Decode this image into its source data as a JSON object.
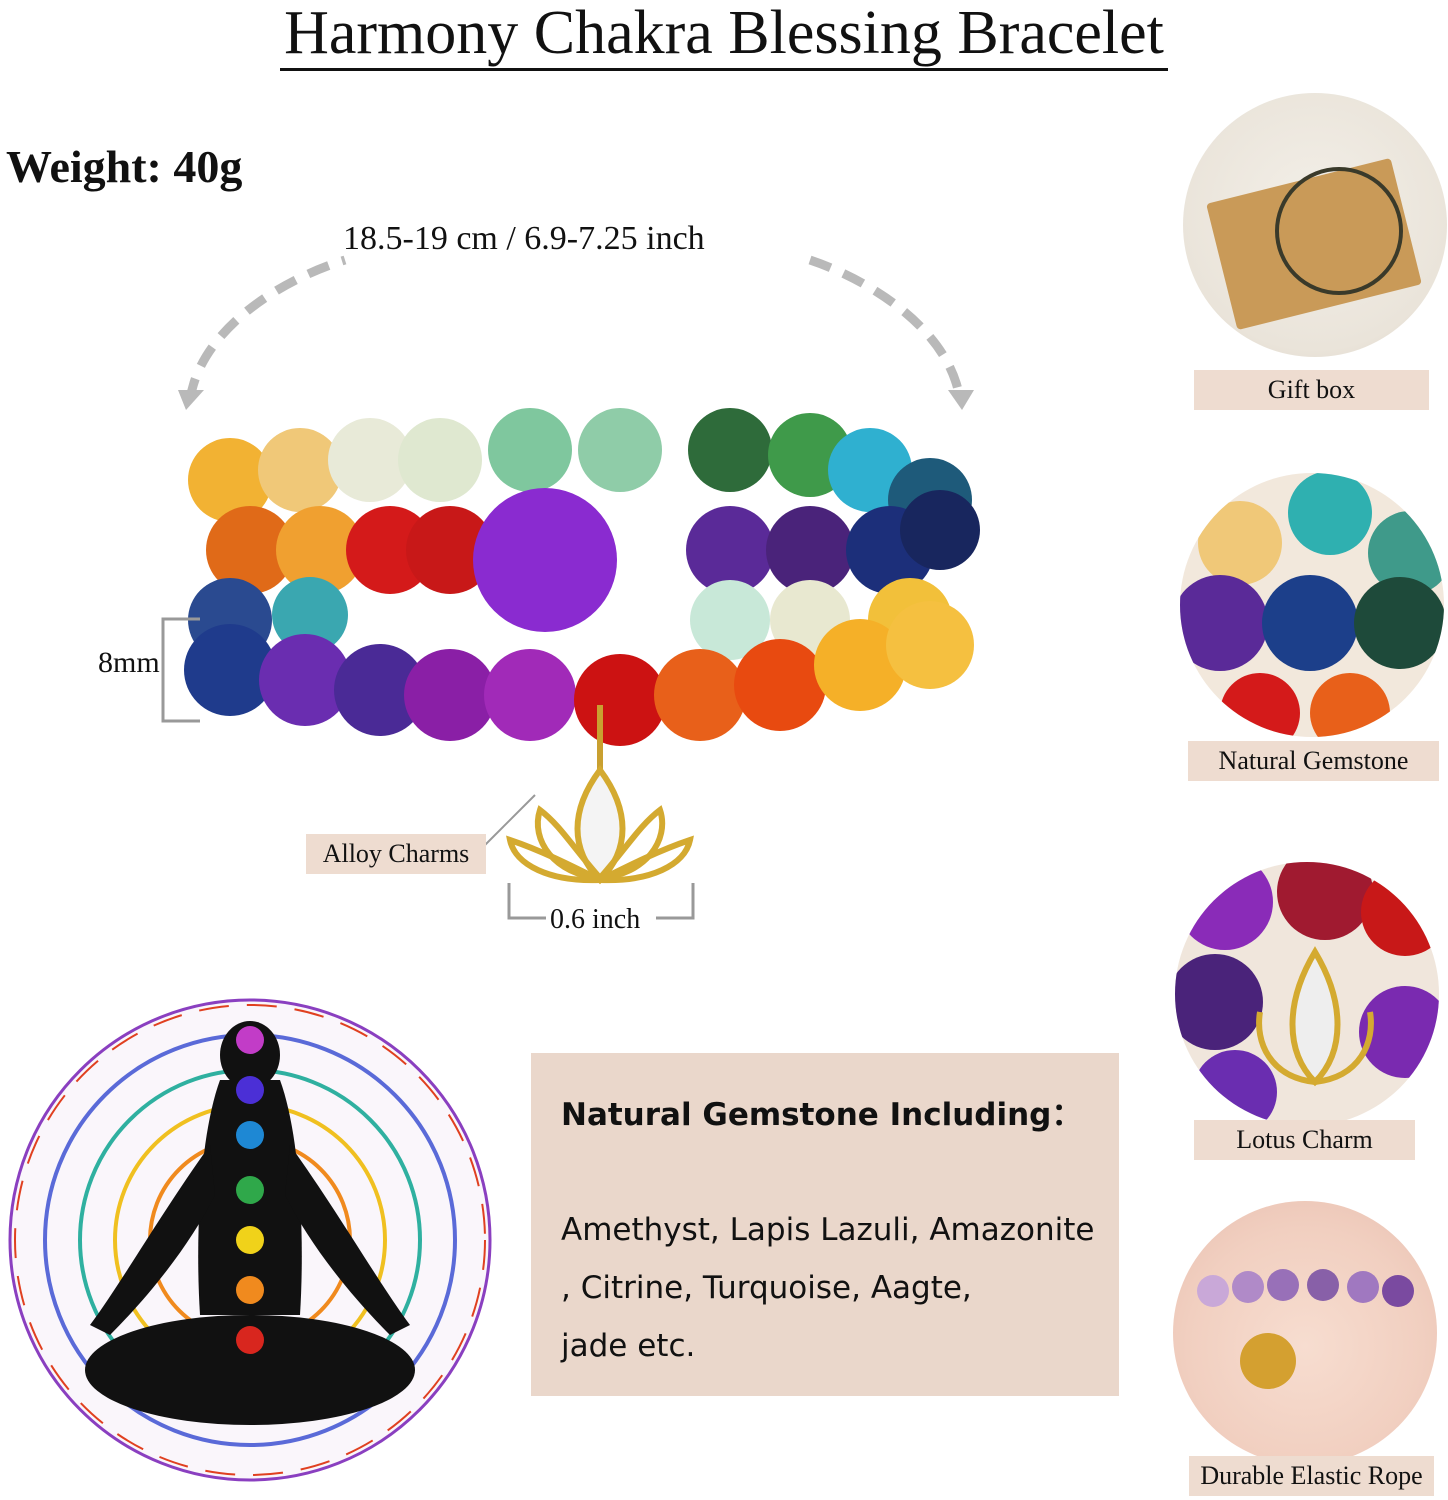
{
  "title": "Harmony Chakra Blessing Bracelet",
  "weight": "Weight: 40g",
  "length": "18.5-19 cm / 6.9-7.25 inch",
  "bead_size": "8mm",
  "charm_label": "Alloy Charms",
  "charm_width": "0.6 inch",
  "thumbnails": [
    {
      "label": "Gift box",
      "icon": "gift-box-photo"
    },
    {
      "label": "Natural Gemstone",
      "icon": "gemstone-beads-photo"
    },
    {
      "label": "Lotus Charm",
      "icon": "lotus-charm-photo"
    },
    {
      "label": "Durable Elastic Rope",
      "icon": "elastic-rope-photo"
    }
  ],
  "gemstones": {
    "heading": "Natural Gemstone Including：",
    "line1": "Amethyst, Lapis Lazuli, Amazonite",
    "line2": ", Citrine, Turquoise, Aagte,",
    "line3": "jade etc."
  },
  "colors": {
    "tag_bg": "#eedcd0",
    "panel_bg": "#ead7cb",
    "chakra": [
      "#c23cc7",
      "#4b2fd6",
      "#1e88d4",
      "#2fa84a",
      "#f0d21a",
      "#f08a1e",
      "#d8261e"
    ]
  }
}
